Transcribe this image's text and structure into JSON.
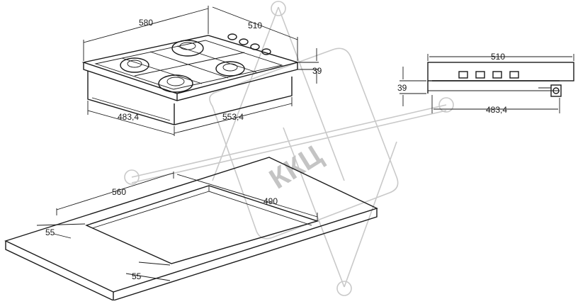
{
  "watermark": {
    "text": "ККЦ",
    "color": "#c4c4c4"
  },
  "top_view": {
    "dims": {
      "width": "580",
      "depth": "510",
      "height": "39",
      "cutout_depth": "483,4",
      "cutout_width": "553,4"
    }
  },
  "side_view": {
    "dims": {
      "width": "510",
      "height": "39",
      "base": "483,4"
    }
  },
  "cutout": {
    "dims": {
      "width": "560",
      "depth": "490",
      "margin_side": "55",
      "margin_front": "55"
    }
  },
  "colors": {
    "line": "#1a1a1a",
    "background": "#ffffff"
  }
}
